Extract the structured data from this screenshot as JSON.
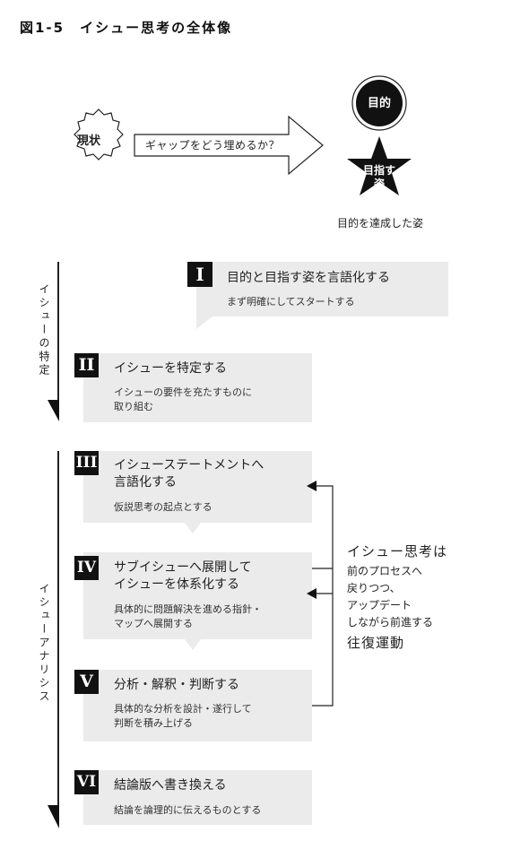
{
  "figure_title": "図1-5　イシュー思考の全体像",
  "top": {
    "current_label": "現状",
    "gap_label": "ギャップをどう埋めるか？",
    "goal_label": "目的",
    "target_label": "目指す\n姿",
    "achieved_label": "目的を達成した姿"
  },
  "phases": [
    {
      "label": "イシューの特定"
    },
    {
      "label": "イシューアナリシス"
    }
  ],
  "steps": [
    {
      "num": "I",
      "title": "目的と目指す姿を言語化する",
      "desc": "まず明確にしてスタートする"
    },
    {
      "num": "II",
      "title": "イシューを特定する",
      "desc": "イシューの要件を充たすものに\n取り組む"
    },
    {
      "num": "III",
      "title": "イシューステートメントへ\n言語化する",
      "desc": "仮説思考の起点とする"
    },
    {
      "num": "IV",
      "title": "サブイシューへ展開して\nイシューを体系化する",
      "desc": "具体的に問題解決を進める指針・\nマップへ展開する"
    },
    {
      "num": "V",
      "title": "分析・解釈・判断する",
      "desc": "具体的な分析を設計・遂行して\n判断を積み上げる"
    },
    {
      "num": "VI",
      "title": "結論版へ書き換える",
      "desc": "結論を論理的に伝えるものとする"
    }
  ],
  "loop_note": {
    "title": "イシュー思考は",
    "lines": [
      "前のプロセスへ",
      "戻りつつ、",
      "アップデート",
      "しながら前進する"
    ],
    "footer": "往復運動"
  }
}
